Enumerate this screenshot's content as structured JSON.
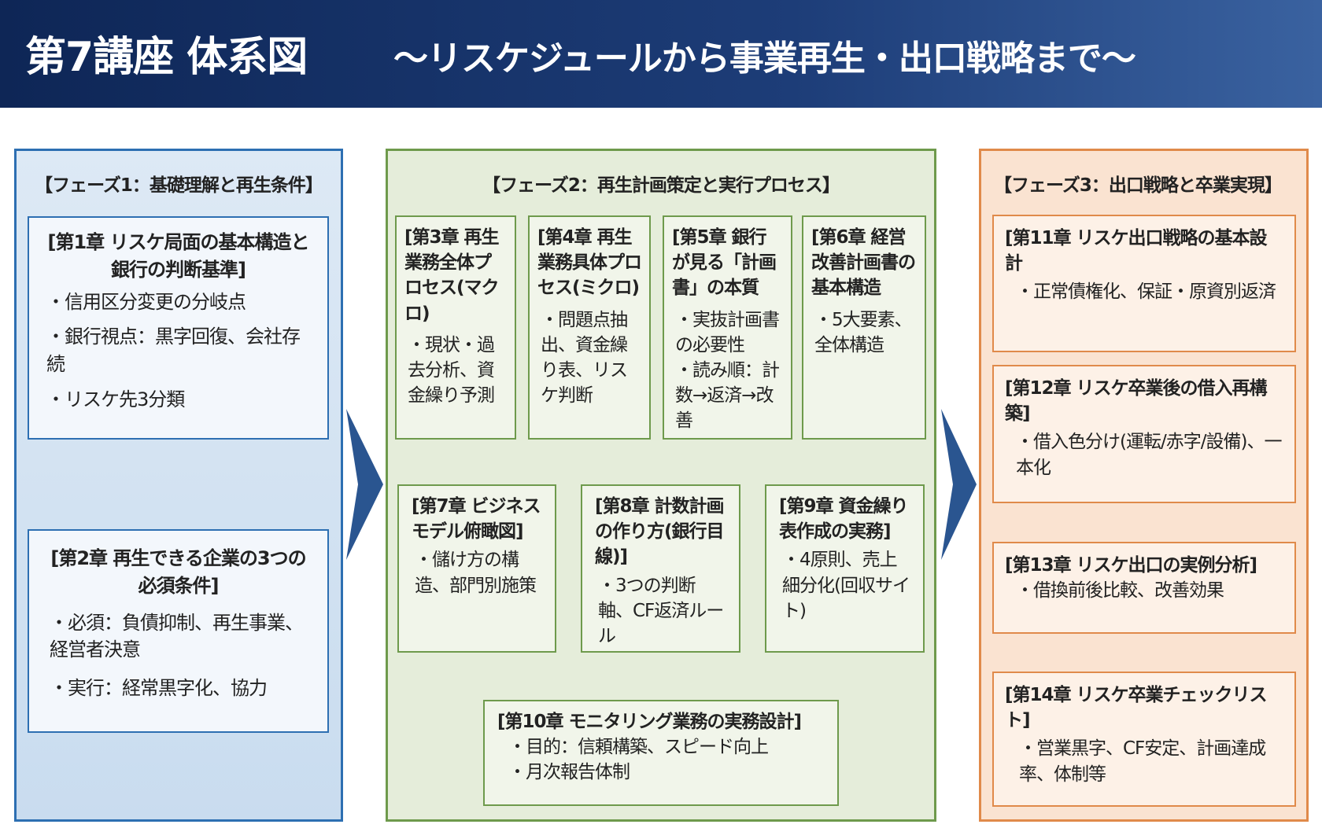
{
  "header": {
    "title": "第7講座 体系図",
    "subtitle": "～リスケジュールから事業再生・出口戦略まで～"
  },
  "phases": [
    {
      "title": "【フェーズ1：基礎理解と再生条件】"
    },
    {
      "title": "【フェーズ2：再生計画策定と実行プロセス】"
    },
    {
      "title": "【フェーズ3：出口戦略と卒業実現】"
    }
  ],
  "chapters": {
    "ch1": {
      "title": "[第1章 リスケ局面の基本構造と銀行の判断基準]",
      "items": [
        "・信用区分変更の分岐点",
        "・銀行視点：黒字回復、会社存続",
        "・リスケ先3分類"
      ]
    },
    "ch2": {
      "title": "[第2章 再生できる企業の3つの必須条件]",
      "items": [
        "・必須：負債抑制、再生事業、経営者決意",
        "・実行：経常黒字化、協力"
      ]
    },
    "ch3": {
      "title": "[第3章 再生業務全体プロセス(マクロ)",
      "items": [
        "・現状・過去分析、資金繰り予測"
      ]
    },
    "ch4": {
      "title": "[第4章 再生業務具体プロセス(ミクロ)",
      "items": [
        "・問題点抽出、資金繰り表、リスケ判断"
      ]
    },
    "ch5": {
      "title": "[第5章 銀行が見る「計画書」の本質",
      "items": [
        "・実抜計画書の必要性",
        "・読み順：計数→返済→改善"
      ]
    },
    "ch6": {
      "title": "[第6章 経営改善計画書の基本構造",
      "items": [
        "・5大要素、全体構造"
      ]
    },
    "ch7": {
      "title": "[第7章 ビジネスモデル俯瞰図]",
      "items": [
        "・儲け方の構造、部門別施策"
      ]
    },
    "ch8": {
      "title": "[第8章 計数計画の作り方(銀行目線)]",
      "items": [
        "・3つの判断軸、CF返済ルール"
      ]
    },
    "ch9": {
      "title": "[第9章 資金繰り表作成の実務]",
      "items": [
        "・4原則、売上細分化(回収サイト)"
      ]
    },
    "ch10": {
      "title": "[第10章 モニタリング業務の実務設計]",
      "items": [
        "・目的：信頼構築、スピード向上",
        "・月次報告体制"
      ]
    },
    "ch11": {
      "title": "[第11章 リスケ出口戦略の基本設計",
      "items": [
        "・正常債権化、保証・原資別返済"
      ]
    },
    "ch12": {
      "title": "[第12章 リスケ卒業後の借入再構築]",
      "items": [
        "・借入色分け(運転/赤字/設備)、一本化"
      ]
    },
    "ch13": {
      "title": "[第13章 リスケ出口の実例分析]",
      "items": [
        "・借換前後比較、改善効果"
      ]
    },
    "ch14": {
      "title": "[第14章 リスケ卒業チェックリスト]",
      "items": [
        "・営業黒字、CF安定、計画達成率、体制等"
      ]
    }
  },
  "colors": {
    "header": "#0e2656",
    "phase1": "#2d6fb2",
    "phase2": "#6e9a4c",
    "phase3": "#e08a4a",
    "arrow": "#808080",
    "phase_arrow": "#2a5590"
  }
}
